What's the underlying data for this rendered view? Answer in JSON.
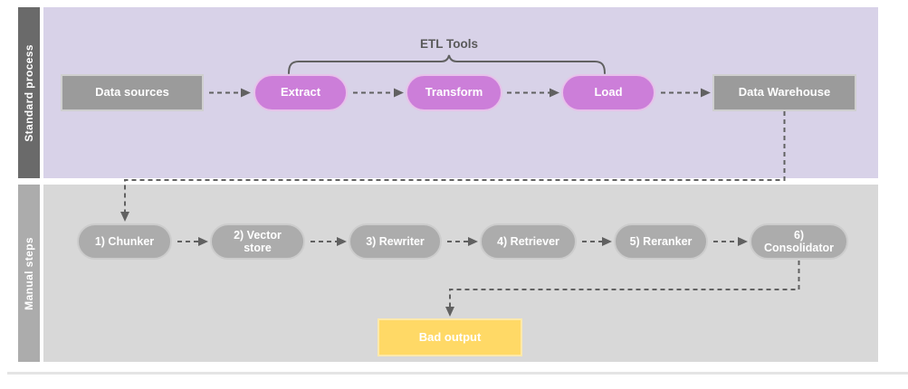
{
  "diagram": {
    "etl_group": {
      "label": "ETL Tools"
    },
    "lanes": [
      {
        "label": "Standard process",
        "nodes": [
          {
            "label": "Data sources",
            "shape": "rectangle"
          },
          {
            "label": "Extract",
            "shape": "pill"
          },
          {
            "label": "Transform",
            "shape": "pill"
          },
          {
            "label": "Load",
            "shape": "pill"
          },
          {
            "label": "Data Warehouse",
            "shape": "rectangle"
          }
        ]
      },
      {
        "label": "Manual steps",
        "nodes": [
          {
            "label": "1) Chunker",
            "shape": "pill"
          },
          {
            "label": "2) Vector store",
            "shape": "pill"
          },
          {
            "label": "3) Rewriter",
            "shape": "pill"
          },
          {
            "label": "4) Retriever",
            "shape": "pill"
          },
          {
            "label": "5) Reranker",
            "shape": "pill"
          },
          {
            "label": "6) Consolidator",
            "shape": "pill"
          },
          {
            "label": "Bad output",
            "shape": "rectangle"
          }
        ]
      }
    ],
    "connections": [
      {
        "from": "Data sources",
        "to": "Extract",
        "style": "dashed-arrow"
      },
      {
        "from": "Extract",
        "to": "Transform",
        "style": "dashed-arrow"
      },
      {
        "from": "Transform",
        "to": "Load",
        "style": "dashed-arrow"
      },
      {
        "from": "Load",
        "to": "Data Warehouse",
        "style": "dashed-arrow"
      },
      {
        "from": "Data Warehouse",
        "to": "1) Chunker",
        "style": "dashed-arrow-elbow"
      },
      {
        "from": "1) Chunker",
        "to": "2) Vector store",
        "style": "dashed-arrow"
      },
      {
        "from": "2) Vector store",
        "to": "3) Rewriter",
        "style": "dashed-arrow"
      },
      {
        "from": "3) Rewriter",
        "to": "4) Retriever",
        "style": "dashed-arrow"
      },
      {
        "from": "4) Retriever",
        "to": "5) Reranker",
        "style": "dashed-arrow"
      },
      {
        "from": "5) Reranker",
        "to": "6) Consolidator",
        "style": "dashed-arrow"
      },
      {
        "from": "6) Consolidator",
        "to": "Bad output",
        "style": "dashed-arrow-elbow"
      }
    ],
    "brace_group_members": [
      "Extract",
      "Transform",
      "Load"
    ]
  },
  "colors": {
    "lane1-bar": "#6A6A6A",
    "lane1-bg": "#D8D2E8",
    "lane2-bar": "#ACACAC",
    "lane2-bg": "#D8D8D8",
    "gray-node": "#9B9B9B",
    "gray-pill": "#ACACAC",
    "pink-pill": "#CC7ED9",
    "yellow-node": "#FFD966",
    "connector": "#616161",
    "annotation-text": "#5A5A5A"
  }
}
